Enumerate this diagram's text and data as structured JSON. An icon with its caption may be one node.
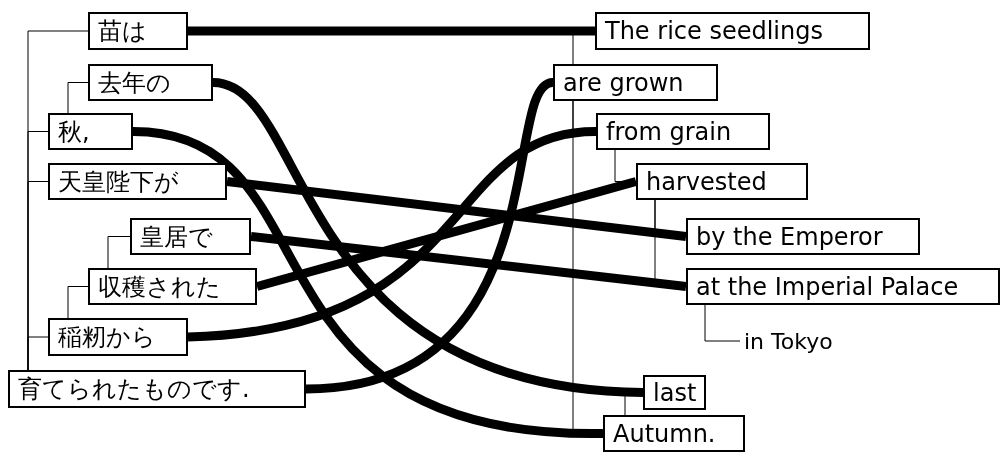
{
  "diagram": {
    "nodes": [
      {
        "text": [
          "苗は"
        ]
      },
      {
        "text": [
          "去年の"
        ]
      },
      {
        "text": [
          "秋,"
        ]
      },
      {
        "text": [
          "天皇陛下が"
        ]
      },
      {
        "text": [
          "皇居で"
        ]
      },
      {
        "text": [
          "収穫された"
        ]
      },
      {
        "text": [
          "稲籾から"
        ]
      },
      {
        "text": [
          "育てられたものです."
        ]
      },
      {
        "text": [
          "The rice seedlings"
        ]
      },
      {
        "text": [
          "are grown"
        ]
      },
      {
        "text": [
          "from grain"
        ]
      },
      {
        "text": [
          "harvested"
        ]
      },
      {
        "text": [
          "by the Emperor"
        ]
      },
      {
        "text": [
          "at the Imperial Palace"
        ]
      },
      {
        "text": [
          "in Tokyo"
        ]
      },
      {
        "text": [
          "last"
        ]
      },
      {
        "text": [
          "Autumn."
        ]
      }
    ],
    "edges": [
      {
        "from": 0,
        "to": 8,
        "arrow": "none",
        "style": "thick"
      },
      {
        "from": 1,
        "to": 15,
        "arrow": "none",
        "style": "thick"
      },
      {
        "from": 2,
        "to": 16,
        "arrow": "none",
        "style": "thick"
      },
      {
        "from": 3,
        "to": 12,
        "arrow": "none",
        "style": "thick"
      },
      {
        "from": 4,
        "to": 13,
        "arrow": "none",
        "style": "thick"
      },
      {
        "from": 5,
        "to": 11,
        "arrow": "none",
        "style": "thick"
      },
      {
        "from": 6,
        "to": 10,
        "arrow": "none",
        "style": "thick"
      },
      {
        "from": 7,
        "to": 9,
        "arrow": "none",
        "style": "thick"
      },
      {
        "from": 0,
        "to": 7,
        "arrow": "none"
      },
      {
        "from": 1,
        "to": 2,
        "arrow": "none"
      },
      {
        "from": 2,
        "to": 7,
        "arrow": "none"
      },
      {
        "from": 3,
        "to": 7,
        "arrow": "none"
      },
      {
        "from": 4,
        "to": 5,
        "arrow": "none"
      },
      {
        "from": 5,
        "to": 6,
        "arrow": "none"
      },
      {
        "from": 6,
        "to": 7,
        "arrow": "none"
      },
      {
        "from": 8,
        "to": 9,
        "arrow": "none"
      },
      {
        "from": 10,
        "to": 9,
        "arrow": "none"
      },
      {
        "from": 16,
        "to": 9,
        "arrow": "none"
      },
      {
        "from": 11,
        "to": 10,
        "arrow": "none"
      },
      {
        "from": 12,
        "to": 11,
        "arrow": "none"
      },
      {
        "from": 13,
        "to": 11,
        "arrow": "none"
      },
      {
        "from": 14,
        "to": 13,
        "arrow": "none"
      },
      {
        "from": 15,
        "to": 16,
        "arrow": "none"
      }
    ]
  }
}
